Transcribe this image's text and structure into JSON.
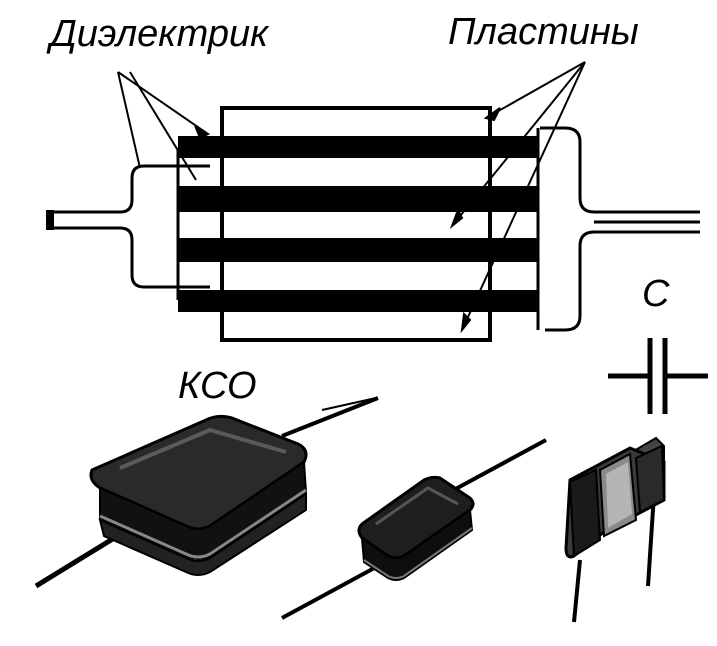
{
  "labels": {
    "dielectric": "Диэлектрик",
    "plates": "Пластины",
    "kso": "КСО",
    "capacitor_symbol": "С"
  },
  "colors": {
    "ink": "#000000",
    "paper": "#ffffff",
    "body_dark": "#1a1a1a",
    "body_mid": "#3a3a3a",
    "body_light": "#6a6a6a"
  },
  "icons": {
    "capacitor_symbol": "capacitor-schematic-icon"
  }
}
